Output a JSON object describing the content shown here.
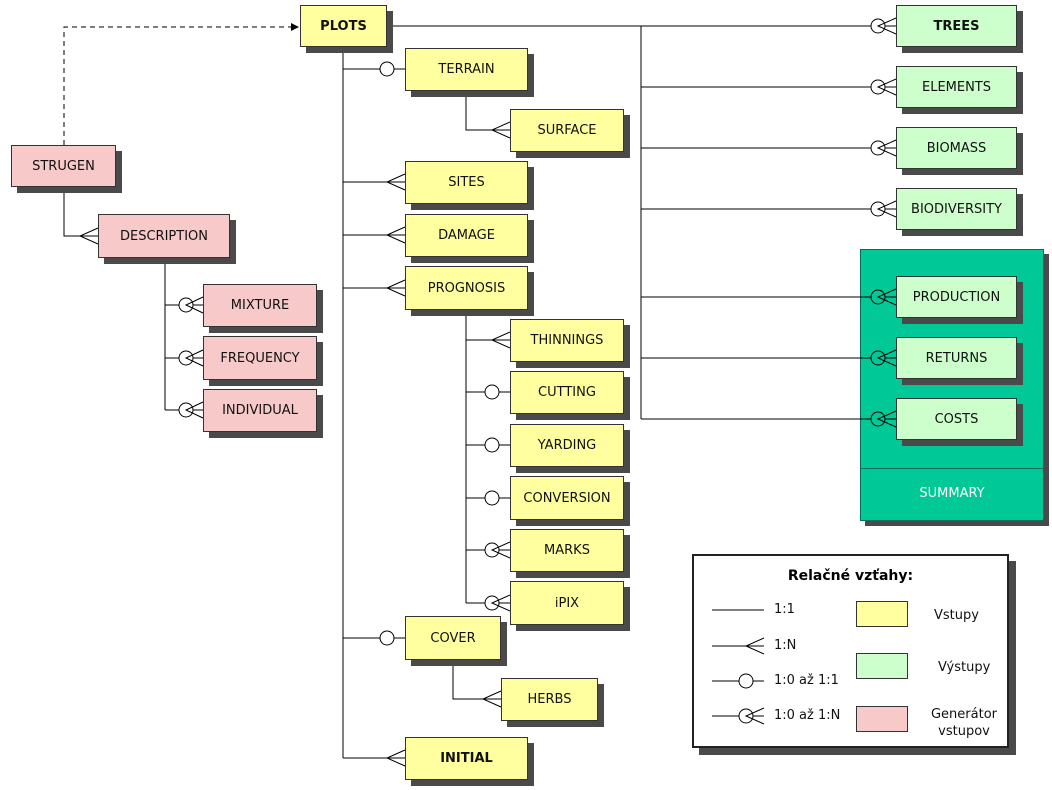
{
  "entities": {
    "plots": "PLOTS",
    "terrain": "TERRAIN",
    "surface": "SURFACE",
    "sites": "SITES",
    "damage": "DAMAGE",
    "prognosis": "PROGNOSIS",
    "thinnings": "THINNINGS",
    "cutting": "CUTTING",
    "yarding": "YARDING",
    "conversion": "CONVERSION",
    "marks": "MARKS",
    "ipix": "iPIX",
    "cover": "COVER",
    "herbs": "HERBS",
    "initial": "INITIAL",
    "strugen": "STRUGEN",
    "description": "DESCRIPTION",
    "mixture": "MIXTURE",
    "frequency": "FREQUENCY",
    "individual": "INDIVIDUAL",
    "trees": "TREES",
    "elements": "ELEMENTS",
    "biomass": "BIOMASS",
    "biodiversity": "BIODIVERSITY",
    "production": "PRODUCTION",
    "returns": "RETURNS",
    "costs": "COSTS"
  },
  "summary": {
    "label": "SUMMARY"
  },
  "legend": {
    "title": "Relačné vzťahy:",
    "relations": [
      "1:1",
      "1:N",
      "1:0 až 1:1",
      "1:0 až 1:N"
    ],
    "categories": [
      "Vstupy",
      "Výstupy",
      "Generátor vstupov"
    ]
  },
  "colors": {
    "input": "#ffffa0",
    "output": "#ccffcc",
    "generator": "#f7c9c9",
    "summary": "#00c896"
  }
}
